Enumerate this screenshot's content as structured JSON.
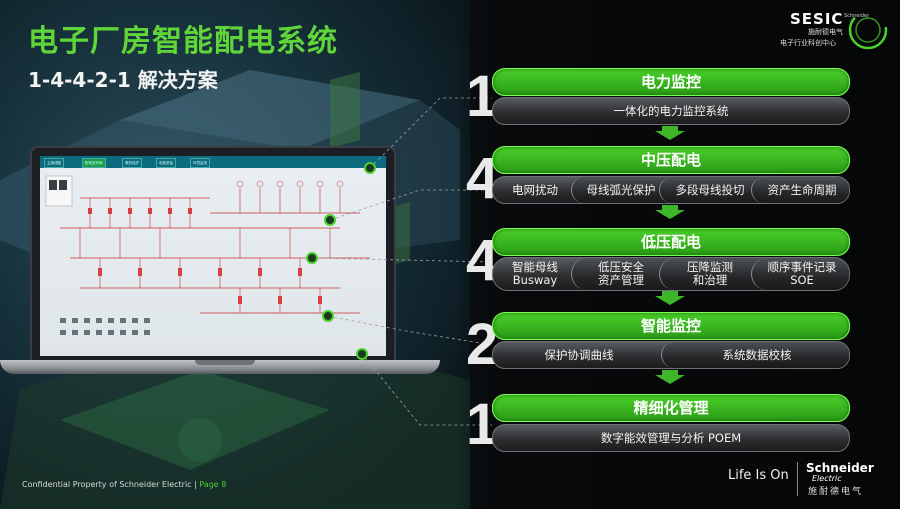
{
  "header": {
    "title": "电子厂房智能配电系统",
    "subtitle": "1-4-4-2-1 解决方案"
  },
  "logo": {
    "brand": "SESIC",
    "brand_small": "Schneider",
    "line1": "施耐德电气",
    "line2": "电子行业科创中心"
  },
  "screen": {
    "nav": [
      "主接线图",
      "配电室布局",
      "微机保护",
      "电能质量",
      "环境监测"
    ]
  },
  "levels": [
    {
      "number": "1",
      "header": "电力监控",
      "items": [
        "一体化的电力监控系统"
      ]
    },
    {
      "number": "4",
      "header": "中压配电",
      "items": [
        "电网扰动",
        "母线弧光保护",
        "多段母线投切",
        "资产生命周期"
      ]
    },
    {
      "number": "4",
      "header": "低压配电",
      "items": [
        "智能母线\nBusway",
        "低压安全\n资产管理",
        "压降监测\n和治理",
        "顺序事件记录\nSOE"
      ]
    },
    {
      "number": "2",
      "header": "智能监控",
      "items": [
        "保护协调曲线",
        "系统数据校核"
      ]
    },
    {
      "number": "1",
      "header": "精细化管理",
      "items": [
        "数字能效管理与分析 POEM"
      ]
    }
  ],
  "footer": {
    "confidential": "Confidential Property of Schneider Electric | ",
    "page": "Page 8",
    "tagline": "Life Is On",
    "company": "Schneider",
    "company_sub": "Electric",
    "company_cn": "施耐德电气"
  },
  "colors": {
    "accent_green": "#4ad12a",
    "title_green": "#5fd53a",
    "row_gray": "#2c2e30",
    "background": "#060708"
  }
}
